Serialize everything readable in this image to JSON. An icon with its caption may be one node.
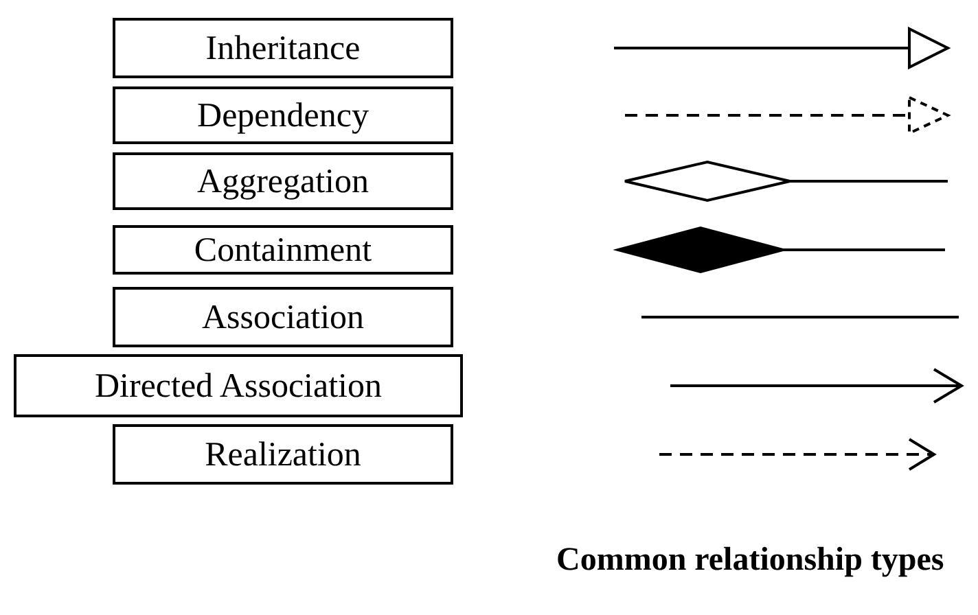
{
  "diagram": {
    "caption": "Common relationship types",
    "legend": [
      {
        "text": "Inheritance"
      },
      {
        "text": "Dependency"
      },
      {
        "text": "Aggregation"
      },
      {
        "text": "Containment"
      },
      {
        "text": "Association"
      },
      {
        "text": "Directed Association"
      },
      {
        "text": "Realization"
      }
    ]
  }
}
